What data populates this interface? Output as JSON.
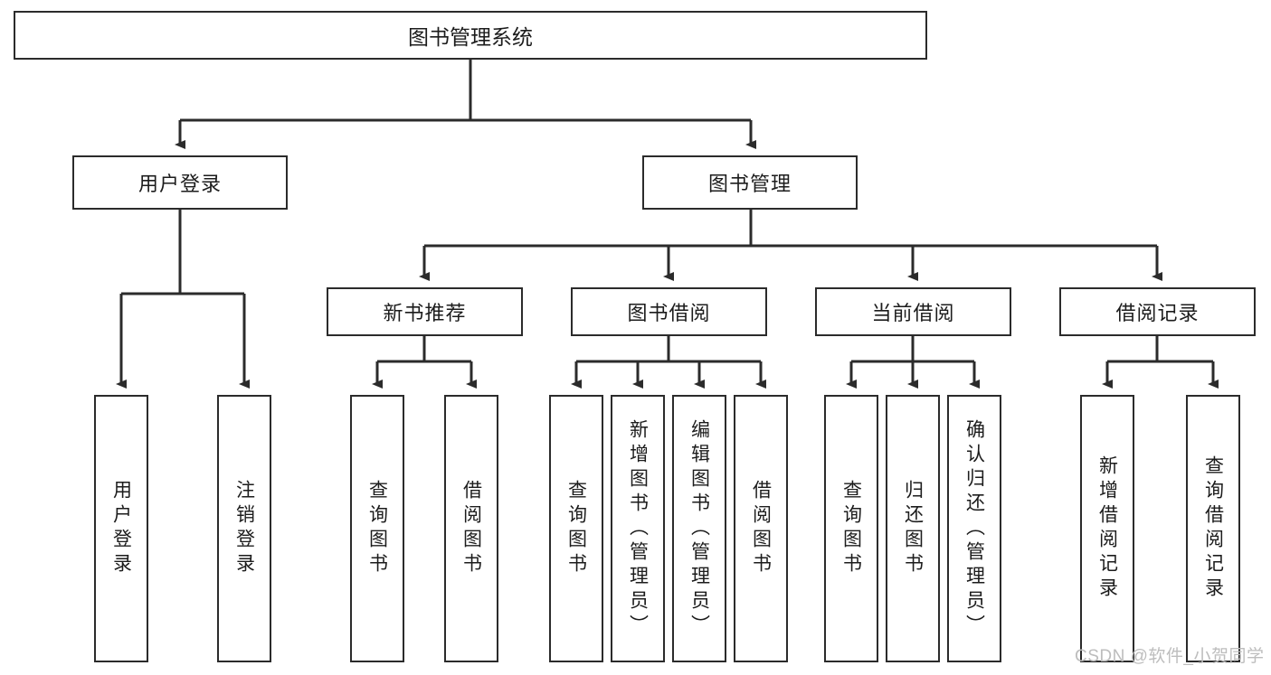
{
  "diagram": {
    "title": "图书管理系统",
    "type": "tree-hierarchy",
    "root": {
      "label": "图书管理系统"
    },
    "level2": [
      {
        "label": "用户登录"
      },
      {
        "label": "图书管理"
      }
    ],
    "level3": [
      {
        "label": "新书推荐"
      },
      {
        "label": "图书借阅"
      },
      {
        "label": "当前借阅"
      },
      {
        "label": "借阅记录"
      }
    ],
    "leaves": {
      "user_login": [
        {
          "label": "用户登录"
        },
        {
          "label": "注销登录"
        }
      ],
      "new_book_recommend": [
        {
          "label": "查询图书"
        },
        {
          "label": "借阅图书"
        }
      ],
      "book_borrow": [
        {
          "label": "查询图书"
        },
        {
          "label": "新增图书（管理员）"
        },
        {
          "label": "编辑图书（管理员）"
        },
        {
          "label": "借阅图书"
        }
      ],
      "current_borrow": [
        {
          "label": "查询图书"
        },
        {
          "label": "归还图书"
        },
        {
          "label": "确认归还（管理员）"
        }
      ],
      "borrow_record": [
        {
          "label": "新增借阅记录"
        },
        {
          "label": "查询借阅记录"
        }
      ]
    }
  },
  "watermark": {
    "text": "CSDN @软件_小贺同学"
  },
  "colors": {
    "stroke": "#2b2b2b",
    "box_fill": "#ffffff",
    "text": "#1c1c1c",
    "watermark": "#bdbdbd"
  }
}
